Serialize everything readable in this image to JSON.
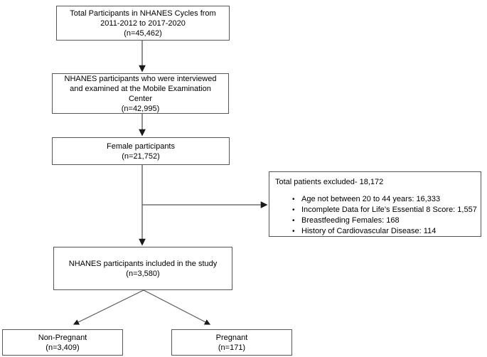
{
  "flowchart": {
    "boxes": {
      "total": "Total Participants in NHANES Cycles from\n2011-2012 to 2017-2020\n(n=45,462)",
      "mec": "NHANES participants who were interviewed\nand examined at the Mobile Examination\nCenter\n(n=42,995)",
      "female": "Female participants\n(n=21,752)",
      "included": "NHANES participants included in the study\n(n=3,580)",
      "non_pregnant": "Non-Pregnant\n(n=3,409)",
      "pregnant": "Pregnant\n(n=171)"
    },
    "exclusion": {
      "title": "Total patients excluded- 18,172",
      "items": [
        "Age not between 20 to 44 years: 16,333",
        "Incomplete Data for Life’s Essential 8 Score: 1,557",
        "Breastfeeding Females: 168",
        "History of Cardiovascular Disease: 114"
      ]
    },
    "colors": {
      "background": "#ffffff",
      "box_border": "#565656",
      "connector_line": "#565656",
      "arrowhead": "#1a1a1a",
      "text": "#000000"
    }
  }
}
